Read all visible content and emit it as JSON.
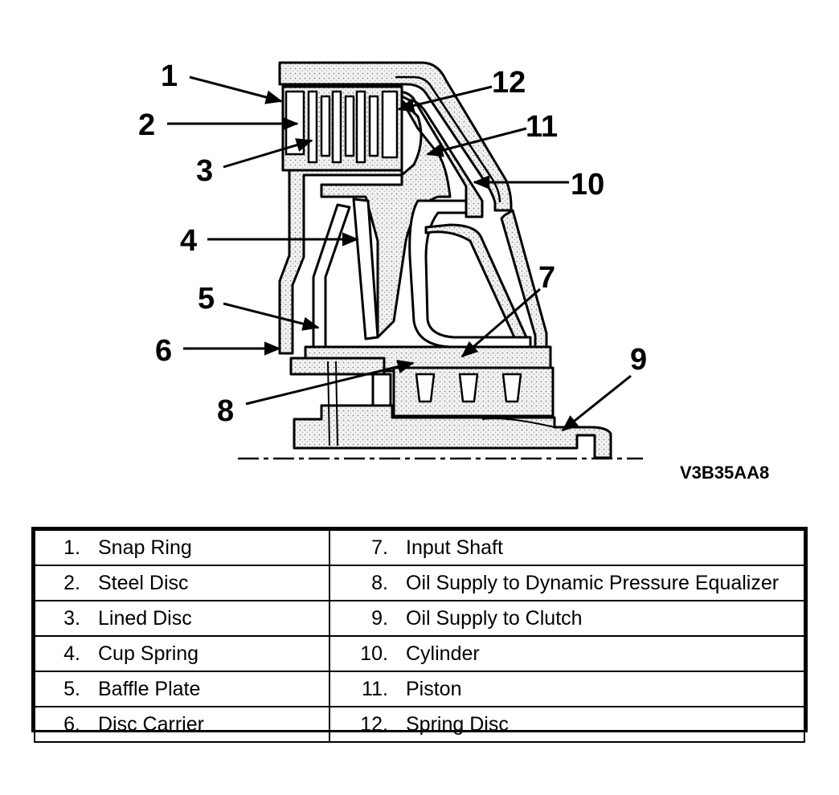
{
  "figure_code": "V3B35AA8",
  "callouts": [
    "1",
    "2",
    "3",
    "4",
    "5",
    "6",
    "7",
    "8",
    "9",
    "10",
    "11",
    "12"
  ],
  "legend": {
    "left": [
      {
        "num": "1.",
        "label": "Snap Ring"
      },
      {
        "num": "2.",
        "label": "Steel Disc"
      },
      {
        "num": "3.",
        "label": "Lined Disc"
      },
      {
        "num": "4.",
        "label": "Cup Spring"
      },
      {
        "num": "5.",
        "label": "Baffle Plate"
      },
      {
        "num": "6.",
        "label": "Disc Carrier"
      }
    ],
    "right": [
      {
        "num": "7.",
        "label": "Input Shaft"
      },
      {
        "num": "8.",
        "label": "Oil Supply to Dynamic Pressure Equalizer"
      },
      {
        "num": "9.",
        "label": "Oil Supply to Clutch"
      },
      {
        "num": "10.",
        "label": "Cylinder"
      },
      {
        "num": "11.",
        "label": "Piston"
      },
      {
        "num": "12.",
        "label": "Spring Disc"
      }
    ]
  }
}
